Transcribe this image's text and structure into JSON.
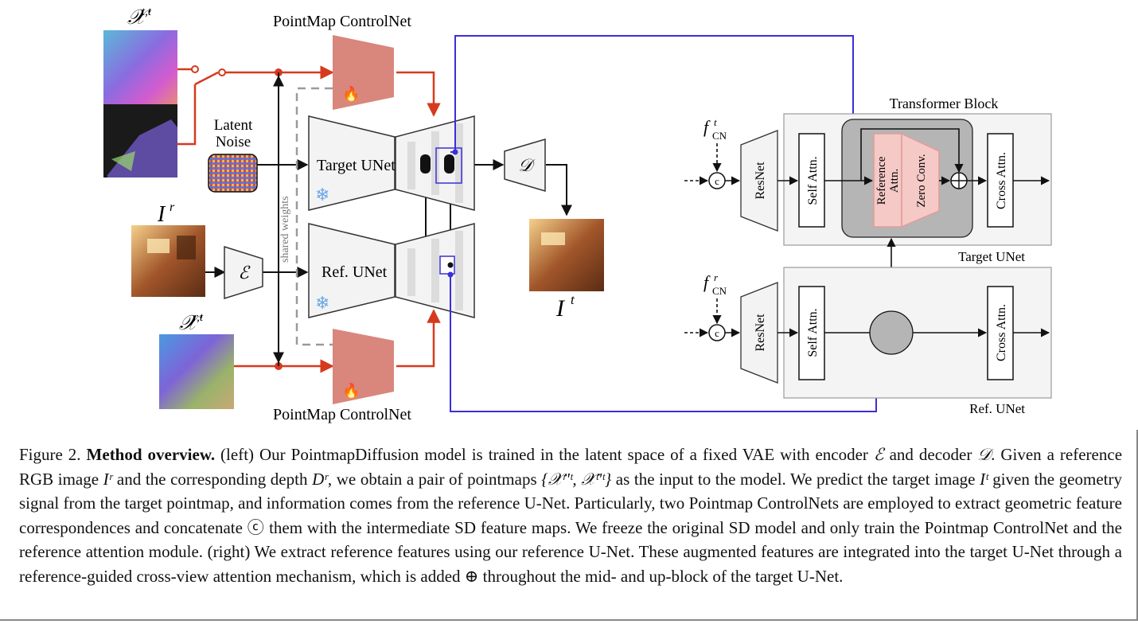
{
  "figure": {
    "left": {
      "target_pointmap_label": "𝒳",
      "target_pointmap_sup": "t,t",
      "latent_noise_line1": "Latent",
      "latent_noise_line2": "Noise",
      "reference_image_label": "I",
      "reference_image_sup": "r",
      "reference_pointmap_label": "𝒳",
      "reference_pointmap_sup": "r,t",
      "controlnet_top_label": "PointMap ControlNet",
      "controlnet_bottom_label": "PointMap ControlNet",
      "target_unet_label": "Target UNet",
      "ref_unet_label": "Ref. UNet",
      "shared_weights_label": "shared weights",
      "encoder_symbol": "ℰ",
      "decoder_symbol": "𝒟",
      "output_image_label": "I",
      "output_image_sup": "t"
    },
    "right": {
      "transformer_block_label": "Transformer Block",
      "target_unet_label": "Target UNet",
      "ref_unet_label": "Ref. UNet",
      "f_cn_target": "f",
      "f_cn_target_sup": "t",
      "f_cn_target_sub": "CN",
      "f_cn_ref": "f",
      "f_cn_ref_sup": "r",
      "f_cn_ref_sub": "CN",
      "concat_symbol": "c",
      "resnet_label": "ResNet",
      "self_attn_label": "Self Attn.",
      "reference_attn_label": "Reference Attn.",
      "zero_conv_label": "Zero Conv.",
      "cross_attn_label": "Cross Attn."
    },
    "colors": {
      "red_path": "#d63a1e",
      "blue_path": "#3a2fd8",
      "controlnet_fill": "#d9867d",
      "unet_fill": "#f3f3f3",
      "panel_fill": "#f4f4f4",
      "transformer_fill": "#b5b5b5",
      "ref_attn_fill": "#f4c9c6"
    }
  },
  "caption": {
    "figure_num": "Figure 2.",
    "bold_title": "Method overview.",
    "seg1": " (left) Our PointmapDiffusion model is trained in the latent space of a fixed VAE with encoder ",
    "enc": "ℰ",
    "seg2": " and decoder ",
    "dec": "𝒟",
    "seg3": ". Given a reference RGB image ",
    "ir": "Iʳ",
    "seg4": " and the corresponding depth ",
    "dr": "Dʳ",
    "seg5": ", we obtain a pair of pointmaps ",
    "pair": "{𝒳ʳ'ᵗ, 𝒳ᵗ'ᵗ}",
    "seg6": " as the input to the model. We predict the target image ",
    "it": "Iᵗ",
    "seg7": " given the geometry signal from the target pointmap, and information comes from the reference U-Net. Particularly, two Pointmap ControlNets are employed to extract geometric feature correspondences and concatenate ",
    "c_symbol": "ⓒ",
    "seg8": " them with the intermediate SD feature maps. We freeze the original SD model and only train the Pointmap ControlNet and the reference attention module. (right) We extract reference features using our reference U-Net. These augmented features are integrated into the target U-Net through a reference-guided cross-view attention mechanism, which is added ",
    "oplus": "⊕",
    "seg9": " throughout the mid- and up-block of the target U-Net."
  }
}
